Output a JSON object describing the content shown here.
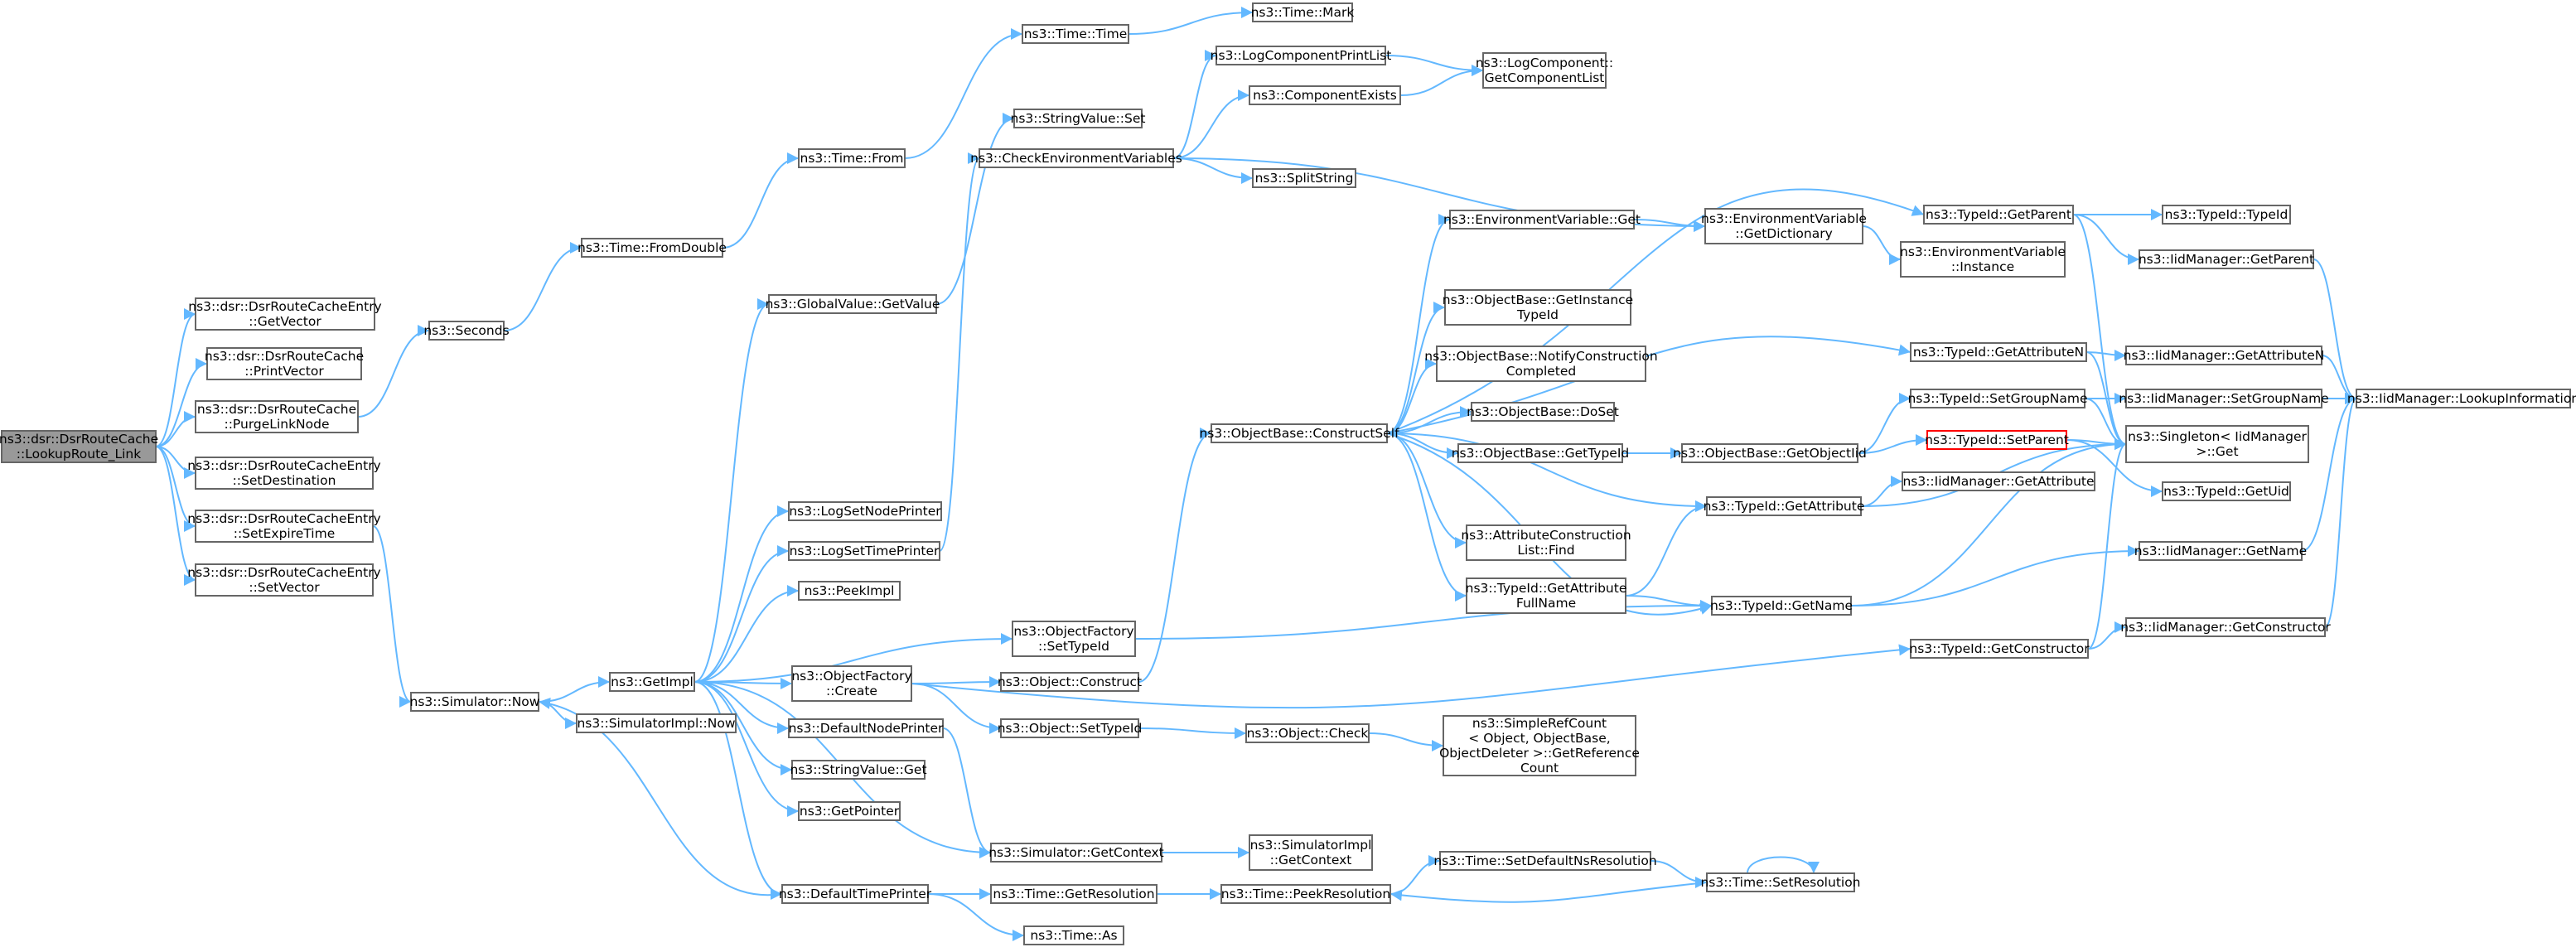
{
  "nodes": [
    {
      "id": "root",
      "lines": [
        "ns3::dsr::DsrRouteCache",
        "::LookupRoute_Link"
      ]
    },
    {
      "id": "getVectorE",
      "lines": [
        "ns3::dsr::DsrRouteCacheEntry",
        "::GetVector"
      ]
    },
    {
      "id": "printVector",
      "lines": [
        "ns3::dsr::DsrRouteCache",
        "::PrintVector"
      ]
    },
    {
      "id": "purgeLinkNode",
      "lines": [
        "ns3::dsr::DsrRouteCache",
        "::PurgeLinkNode"
      ]
    },
    {
      "id": "setDestination",
      "lines": [
        "ns3::dsr::DsrRouteCacheEntry",
        "::SetDestination"
      ]
    },
    {
      "id": "setExpireTime",
      "lines": [
        "ns3::dsr::DsrRouteCacheEntry",
        "::SetExpireTime"
      ]
    },
    {
      "id": "setVectorE",
      "lines": [
        "ns3::dsr::DsrRouteCacheEntry",
        "::SetVector"
      ]
    },
    {
      "id": "seconds",
      "lines": [
        "ns3::Seconds"
      ]
    },
    {
      "id": "simNow",
      "lines": [
        "ns3::Simulator::Now"
      ]
    },
    {
      "id": "fromDouble",
      "lines": [
        "ns3::Time::FromDouble"
      ]
    },
    {
      "id": "timeFrom",
      "lines": [
        "ns3::Time::From"
      ]
    },
    {
      "id": "timeTime",
      "lines": [
        "ns3::Time::Time"
      ]
    },
    {
      "id": "timeMark",
      "lines": [
        "ns3::Time::Mark"
      ]
    },
    {
      "id": "globalGetValue",
      "lines": [
        "ns3::GlobalValue::GetValue"
      ]
    },
    {
      "id": "stringSet",
      "lines": [
        "ns3::StringValue::Set"
      ]
    },
    {
      "id": "checkEnv",
      "lines": [
        "ns3::CheckEnvironmentVariables"
      ]
    },
    {
      "id": "logCompPrint",
      "lines": [
        "ns3::LogComponentPrintList"
      ]
    },
    {
      "id": "compExists",
      "lines": [
        "ns3::ComponentExists"
      ]
    },
    {
      "id": "getCompList",
      "lines": [
        "ns3::LogComponent::",
        "GetComponentList"
      ]
    },
    {
      "id": "splitString",
      "lines": [
        "ns3::SplitString"
      ]
    },
    {
      "id": "getImpl",
      "lines": [
        "ns3::GetImpl"
      ]
    },
    {
      "id": "simImplNow",
      "lines": [
        "ns3::SimulatorImpl::Now"
      ]
    },
    {
      "id": "logSetNode",
      "lines": [
        "ns3::LogSetNodePrinter"
      ]
    },
    {
      "id": "logSetTime",
      "lines": [
        "ns3::LogSetTimePrinter"
      ]
    },
    {
      "id": "peekImpl",
      "lines": [
        "ns3::PeekImpl"
      ]
    },
    {
      "id": "objFactSetTypeId",
      "lines": [
        "ns3::ObjectFactory",
        "::SetTypeId"
      ]
    },
    {
      "id": "objFactCreate",
      "lines": [
        "ns3::ObjectFactory",
        "::Create"
      ]
    },
    {
      "id": "defNodePrinter",
      "lines": [
        "ns3::DefaultNodePrinter"
      ]
    },
    {
      "id": "stringGet",
      "lines": [
        "ns3::StringValue::Get"
      ]
    },
    {
      "id": "getPointer",
      "lines": [
        "ns3::GetPointer"
      ]
    },
    {
      "id": "defTimePrinter",
      "lines": [
        "ns3::DefaultTimePrinter"
      ]
    },
    {
      "id": "objConstruct",
      "lines": [
        "ns3::Object::Construct"
      ]
    },
    {
      "id": "objSetTypeId",
      "lines": [
        "ns3::Object::SetTypeId"
      ]
    },
    {
      "id": "objCheck",
      "lines": [
        "ns3::Object::Check"
      ]
    },
    {
      "id": "simGetContext",
      "lines": [
        "ns3::Simulator::GetContext"
      ]
    },
    {
      "id": "simImplGetContext",
      "lines": [
        "ns3::SimulatorImpl",
        "::GetContext"
      ]
    },
    {
      "id": "timeGetRes",
      "lines": [
        "ns3::Time::GetResolution"
      ]
    },
    {
      "id": "timeAs",
      "lines": [
        "ns3::Time::As"
      ]
    },
    {
      "id": "peekRes",
      "lines": [
        "ns3::Time::PeekResolution"
      ]
    },
    {
      "id": "setDefNsRes",
      "lines": [
        "ns3::Time::SetDefaultNsResolution"
      ]
    },
    {
      "id": "setRes",
      "lines": [
        "ns3::Time::SetResolution"
      ]
    },
    {
      "id": "constructSelf",
      "lines": [
        "ns3::ObjectBase::ConstructSelf"
      ]
    },
    {
      "id": "envGet",
      "lines": [
        "ns3::EnvironmentVariable::Get"
      ]
    },
    {
      "id": "envGetDict",
      "lines": [
        "ns3::EnvironmentVariable",
        "::GetDictionary"
      ]
    },
    {
      "id": "envInstance",
      "lines": [
        "ns3::EnvironmentVariable",
        "::Instance"
      ]
    },
    {
      "id": "getInstTypeId",
      "lines": [
        "ns3::ObjectBase::GetInstance",
        "TypeId"
      ]
    },
    {
      "id": "notifyConstr",
      "lines": [
        "ns3::ObjectBase::NotifyConstruction",
        "Completed"
      ]
    },
    {
      "id": "doSet",
      "lines": [
        "ns3::ObjectBase::DoSet"
      ]
    },
    {
      "id": "obGetTypeId",
      "lines": [
        "ns3::ObjectBase::GetTypeId"
      ]
    },
    {
      "id": "getObjectIid",
      "lines": [
        "ns3::ObjectBase::GetObjectIid"
      ]
    },
    {
      "id": "attrConstrFind",
      "lines": [
        "ns3::AttributeConstruction",
        "List::Find"
      ]
    },
    {
      "id": "tidGetAttrFull",
      "lines": [
        "ns3::TypeId::GetAttribute",
        "FullName"
      ]
    },
    {
      "id": "tidGetAttr",
      "lines": [
        "ns3::TypeId::GetAttribute"
      ]
    },
    {
      "id": "tidGetName",
      "lines": [
        "ns3::TypeId::GetName"
      ]
    },
    {
      "id": "simpleRef",
      "lines": [
        "ns3::SimpleRefCount",
        "< Object, ObjectBase,",
        "ObjectDeleter >::GetReference",
        "Count"
      ]
    },
    {
      "id": "tidGetParent",
      "lines": [
        "ns3::TypeId::GetParent"
      ]
    },
    {
      "id": "tidGetAttrN",
      "lines": [
        "ns3::TypeId::GetAttributeN"
      ]
    },
    {
      "id": "tidSetGroup",
      "lines": [
        "ns3::TypeId::SetGroupName"
      ]
    },
    {
      "id": "tidSetParent",
      "lines": [
        "ns3::TypeId::SetParent"
      ]
    },
    {
      "id": "tidGetConstr",
      "lines": [
        "ns3::TypeId::GetConstructor"
      ]
    },
    {
      "id": "tidTypeId",
      "lines": [
        "ns3::TypeId::TypeId"
      ]
    },
    {
      "id": "iidGetParent",
      "lines": [
        "ns3::IidManager::GetParent"
      ]
    },
    {
      "id": "iidGetAttrN",
      "lines": [
        "ns3::IidManager::GetAttributeN"
      ]
    },
    {
      "id": "iidSetGroup",
      "lines": [
        "ns3::IidManager::SetGroupName"
      ]
    },
    {
      "id": "singletonGet",
      "lines": [
        "ns3::Singleton< IidManager",
        ">::Get"
      ]
    },
    {
      "id": "iidGetAttr",
      "lines": [
        "ns3::IidManager::GetAttribute"
      ]
    },
    {
      "id": "tidGetUid",
      "lines": [
        "ns3::TypeId::GetUid"
      ]
    },
    {
      "id": "iidGetName",
      "lines": [
        "ns3::IidManager::GetName"
      ]
    },
    {
      "id": "iidGetConstr",
      "lines": [
        "ns3::IidManager::GetConstructor"
      ]
    },
    {
      "id": "iidLookup",
      "lines": [
        "ns3::IidManager::LookupInformation"
      ]
    }
  ],
  "colors": {
    "edge": "#63b8ff",
    "border": "#666666",
    "root_fill": "#999999",
    "highlight_border": "#ff0000"
  }
}
